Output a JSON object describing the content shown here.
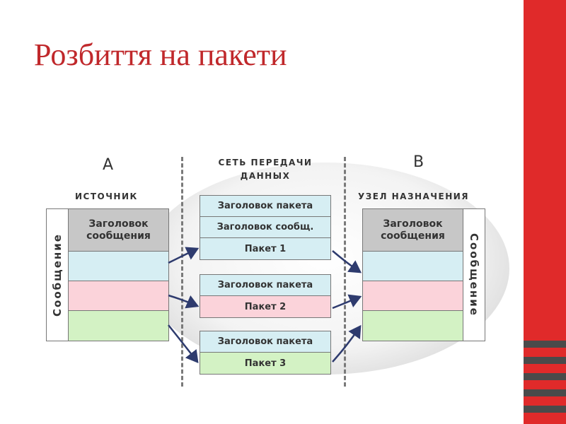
{
  "slide": {
    "title": "Розбиття на пакети"
  },
  "diagram": {
    "node_a": "A",
    "node_b": "B",
    "source_label": "ИСТОЧНИК",
    "network_label_line1": "СЕТЬ ПЕРЕДАЧИ",
    "network_label_line2": "ДАННЫХ",
    "destination_label": "УЗЕЛ НАЗНАЧЕНИЯ",
    "message_label": "Сообщение",
    "message_header_line1": "Заголовок",
    "message_header_line2": "сообщения",
    "packets": [
      {
        "header": "Заголовок пакета",
        "message_header": "Заголовок сообщ.",
        "body": "Пакет 1"
      },
      {
        "header": "Заголовок пакета",
        "body": "Пакет 2"
      },
      {
        "header": "Заголовок пакета",
        "body": "Пакет 3"
      }
    ],
    "colors": {
      "header_gray": "#c7c7c7",
      "part_blue": "#d6eef3",
      "part_pink": "#fbd3da",
      "part_green": "#d3f2c4",
      "arrow": "#2e3b6e",
      "title_red": "#c0282b",
      "accent_bar": "#e02a2a"
    }
  }
}
